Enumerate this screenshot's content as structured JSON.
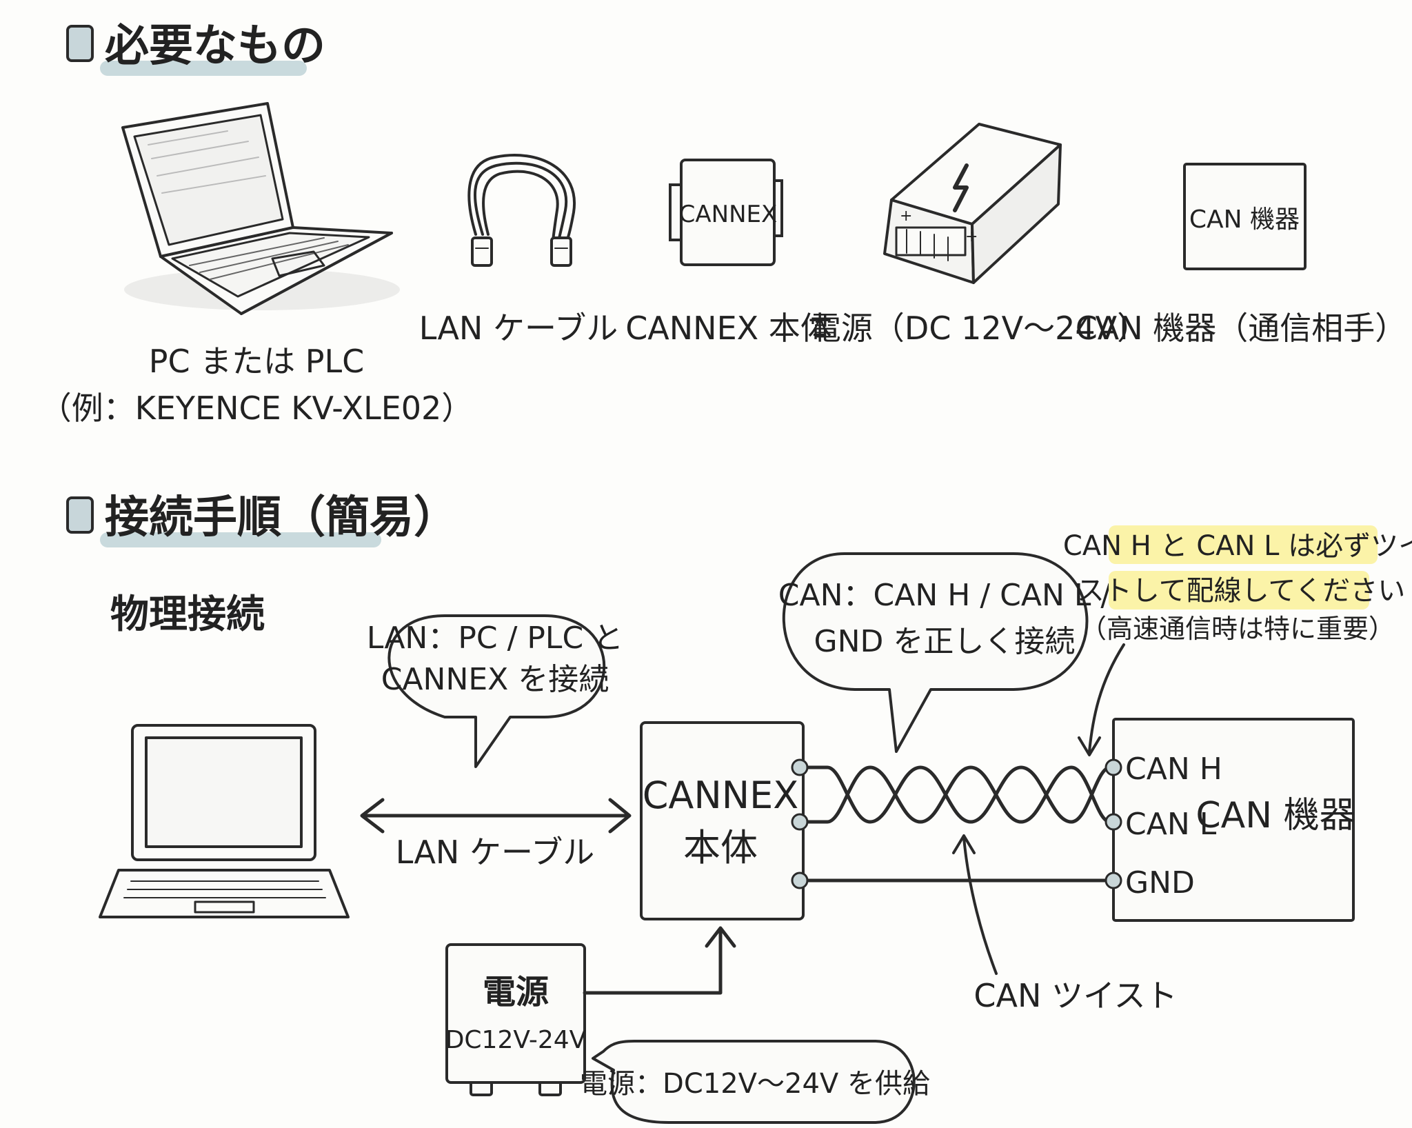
{
  "section1": {
    "title": "必要なもの"
  },
  "items": {
    "pc": {
      "line1": "PC または PLC",
      "line2": "（例：KEYENCE KV-XLE02）"
    },
    "lan": {
      "label": "LAN ケーブル"
    },
    "cannex": {
      "device_text": "CANNEX",
      "label": "CANNEX 本体"
    },
    "power": {
      "label": "電源（DC 12V〜24V）"
    },
    "can": {
      "device_text": "CAN 機器",
      "label": "CAN 機器（通信相手）"
    }
  },
  "section2": {
    "title": "接続手順（簡易）",
    "subtitle": "物理接続"
  },
  "diagram": {
    "bubble_lan": {
      "line1": "LAN：PC / PLC と",
      "line2": "CANNEX を接続"
    },
    "bubble_can": {
      "line1": "CAN：CAN H / CAN L /",
      "line2": "GND を正しく接続"
    },
    "note_highlight": {
      "line1": "CAN H と CAN L は必ずツイ",
      "line2": "ストして配線してください"
    },
    "note_sub": "（高速通信時は特に重要）",
    "lan_cable_label": "LAN ケーブル",
    "cannex_box": {
      "line1": "CANNEX",
      "line2": "本体"
    },
    "can_device": {
      "pin_h": "CAN H",
      "pin_l": "CAN L",
      "pin_gnd": "GND",
      "name": "CAN 機器"
    },
    "power_box": {
      "line1": "電源",
      "line2": "DC12V-24V"
    },
    "bubble_power": "電源：DC12V〜24V を供給",
    "twist_label": "CAN ツイスト"
  },
  "colors": {
    "highlight": "#fbf3a8",
    "heading_underline": "#c9dadd",
    "heading_icon": "#c8d6da"
  }
}
